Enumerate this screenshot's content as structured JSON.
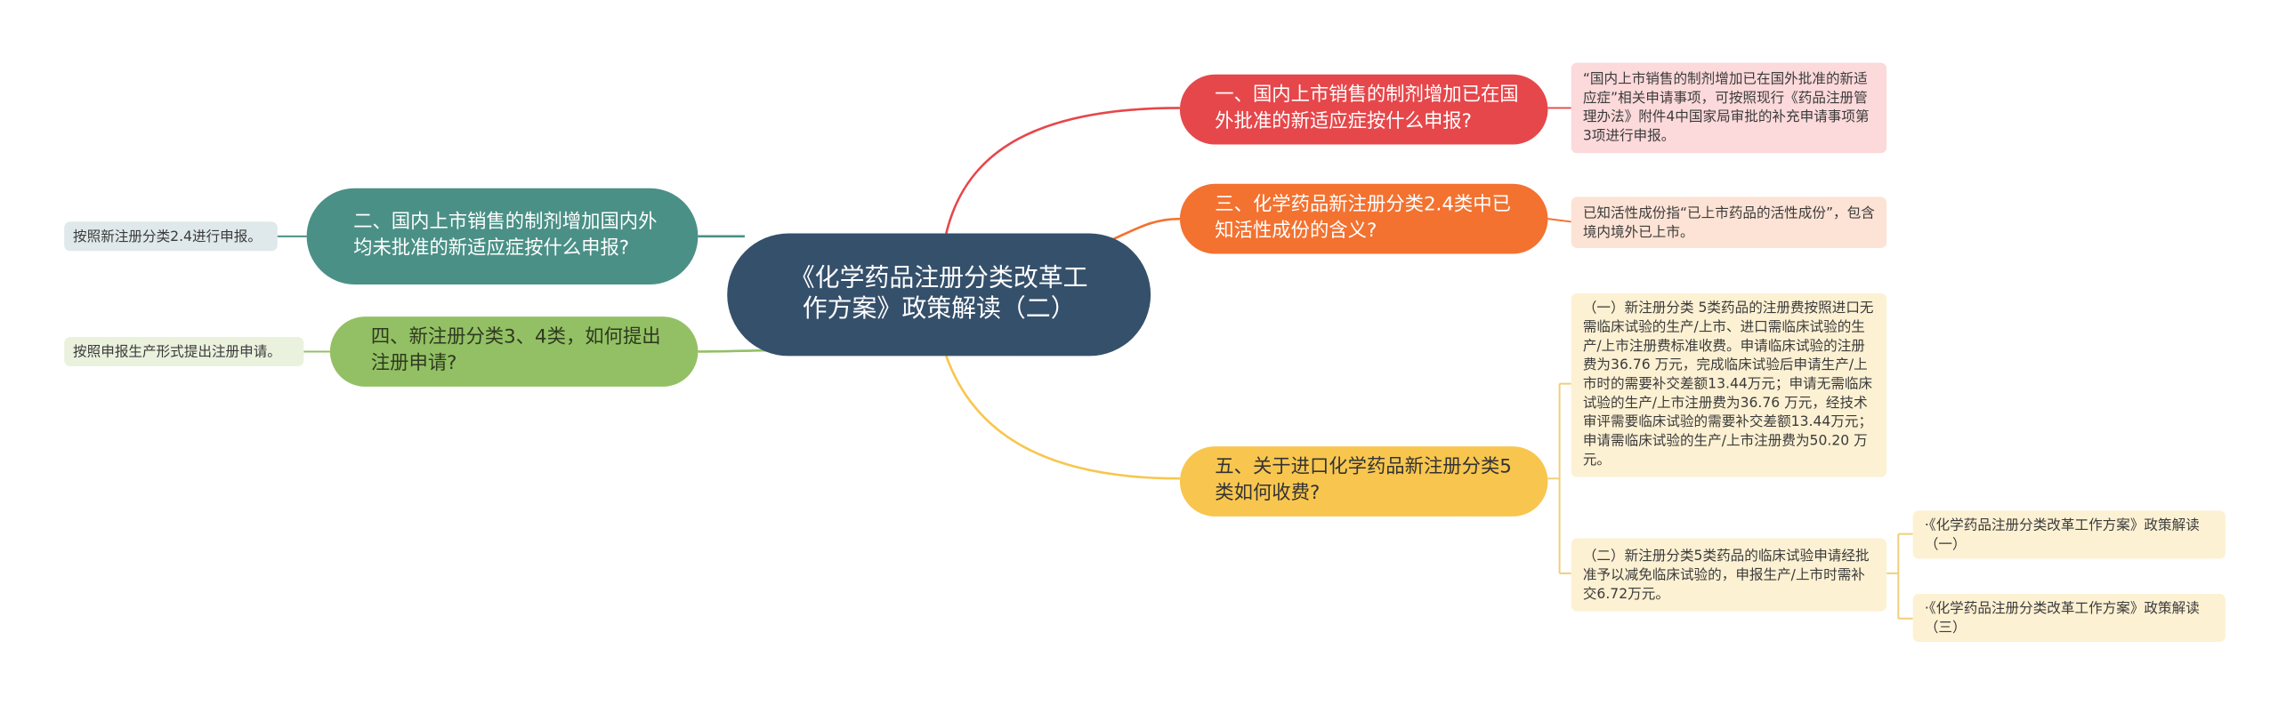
{
  "root": {
    "title": "《化学药品注册分类改革工作方案》政策解读（二）"
  },
  "colors": {
    "root": "#35506b",
    "branch_1": "#e6474b",
    "branch_3": "#f37230",
    "branch_5": "#f8c64e",
    "branch_2": "#4a9086",
    "branch_4": "#93c064"
  },
  "right_branches": [
    {
      "label": "一、国内上市销售的制剂增加已在国外批准的新适应症按什么申报?",
      "leaves": [
        "“国内上市销售的制剂增加已在国外批准的新适应症”相关申请事项，可按照现行《药品注册管理办法》附件4中国家局审批的补充申请事项第3项进行申报。"
      ]
    },
    {
      "label": "三、化学药品新注册分类2.4类中已知活性成份的含义?",
      "leaves": [
        "已知活性成份指“已上市药品的活性成份”，包含境内境外已上市。"
      ]
    },
    {
      "label": "五、关于进口化学药品新注册分类5类如何收费?",
      "leaves": [
        "（一）新注册分类 5类药品的注册费按照进口无需临床试验的生产/上市、进口需临床试验的生产/上市注册费标准收费。申请临床试验的注册费为36.76 万元，完成临床试验后申请生产/上市时的需要补交差额13.44万元；申请无需临床试验的生产/上市注册费为36.76 万元，经技术审评需要临床试验的需要补交差额13.44万元；申请需临床试验的生产/上市注册费为50.20 万元。",
        "（二）新注册分类5类药品的临床试验申请经批准予以减免临床试验的，申报生产/上市时需补交6.72万元。",
        "·《化学药品注册分类改革工作方案》政策解读（一）",
        "·《化学药品注册分类改革工作方案》政策解读（三）"
      ]
    }
  ],
  "left_branches": [
    {
      "label": "二、国内上市销售的制剂增加国内外均未批准的新适应症按什么申报?",
      "leaves": [
        "按照新注册分类2.4进行申报。"
      ]
    },
    {
      "label": "四、新注册分类3、4类，如何提出注册申请?",
      "leaves": [
        "按照申报生产形式提出注册申请。"
      ]
    }
  ]
}
